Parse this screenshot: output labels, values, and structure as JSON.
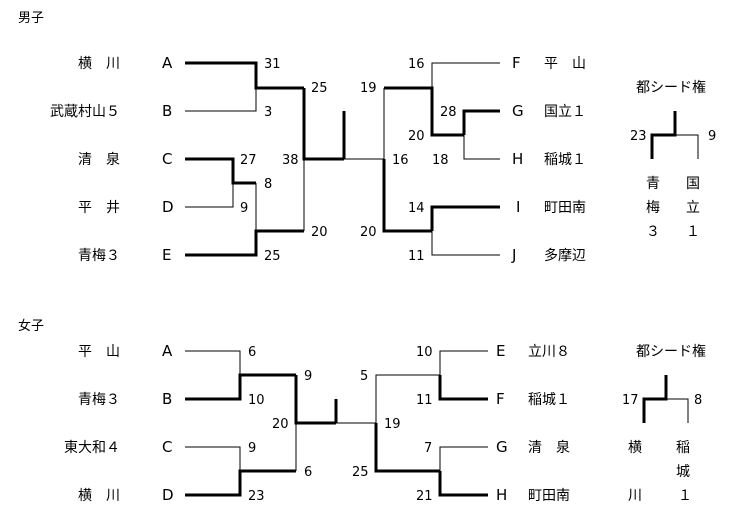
{
  "boys": {
    "label": "男子",
    "teams": [
      {
        "name": "横　川",
        "letter": "A"
      },
      {
        "name": "武蔵村山５",
        "letter": "B"
      },
      {
        "name": "清　泉",
        "letter": "C"
      },
      {
        "name": "平　井",
        "letter": "D"
      },
      {
        "name": "青梅３",
        "letter": "E"
      },
      {
        "name": "平　山",
        "letter": "F"
      },
      {
        "name": "国立１",
        "letter": "G"
      },
      {
        "name": "稲城１",
        "letter": "H"
      },
      {
        "name": "町田南",
        "letter": "I"
      },
      {
        "name": "多摩辺",
        "letter": "J"
      }
    ],
    "scores": {
      "a_b_top": "31",
      "a_b_bottom": "3",
      "c_d_top": "27",
      "c_d_bottom": "9",
      "cd_vs_e_top": "8",
      "cd_vs_e_bottom": "25",
      "left_semi_top": "25",
      "left_semi_bottom": "20",
      "final_left": "38",
      "final_right": "16",
      "g_h_top": "28",
      "g_h_bottom": "18",
      "f_vs_gh_top": "16",
      "f_vs_gh_bottom": "20",
      "i_j_top": "14",
      "i_j_bottom": "11",
      "right_semi_top": "19",
      "right_semi_bottom": "20"
    },
    "seed": {
      "title": "都シード権",
      "left_score": "23",
      "right_score": "9",
      "left_team_chars": [
        "青",
        "梅",
        "３"
      ],
      "right_team_chars": [
        "国",
        "立",
        "１"
      ]
    }
  },
  "girls": {
    "label": "女子",
    "teams": [
      {
        "name": "平　山",
        "letter": "A"
      },
      {
        "name": "青梅３",
        "letter": "B"
      },
      {
        "name": "東大和４",
        "letter": "C"
      },
      {
        "name": "横　川",
        "letter": "D"
      },
      {
        "name": "立川８",
        "letter": "E"
      },
      {
        "name": "稲城１",
        "letter": "F"
      },
      {
        "name": "清　泉",
        "letter": "G"
      },
      {
        "name": "町田南",
        "letter": "H"
      }
    ],
    "scores": {
      "a_b_top": "6",
      "a_b_bottom": "10",
      "c_d_top": "9",
      "c_d_bottom": "23",
      "left_semi_top": "9",
      "left_semi_bottom": "6",
      "final_left": "20",
      "final_right": "19",
      "e_f_top": "10",
      "e_f_bottom": "11",
      "g_h_top": "7",
      "g_h_bottom": "21",
      "right_semi_top": "5",
      "right_semi_bottom": "25"
    },
    "seed": {
      "title": "都シード権",
      "left_score": "17",
      "right_score": "8",
      "left_team_chars": [
        "横",
        "川"
      ],
      "right_team_chars": [
        "稲",
        "城",
        "１"
      ]
    }
  }
}
